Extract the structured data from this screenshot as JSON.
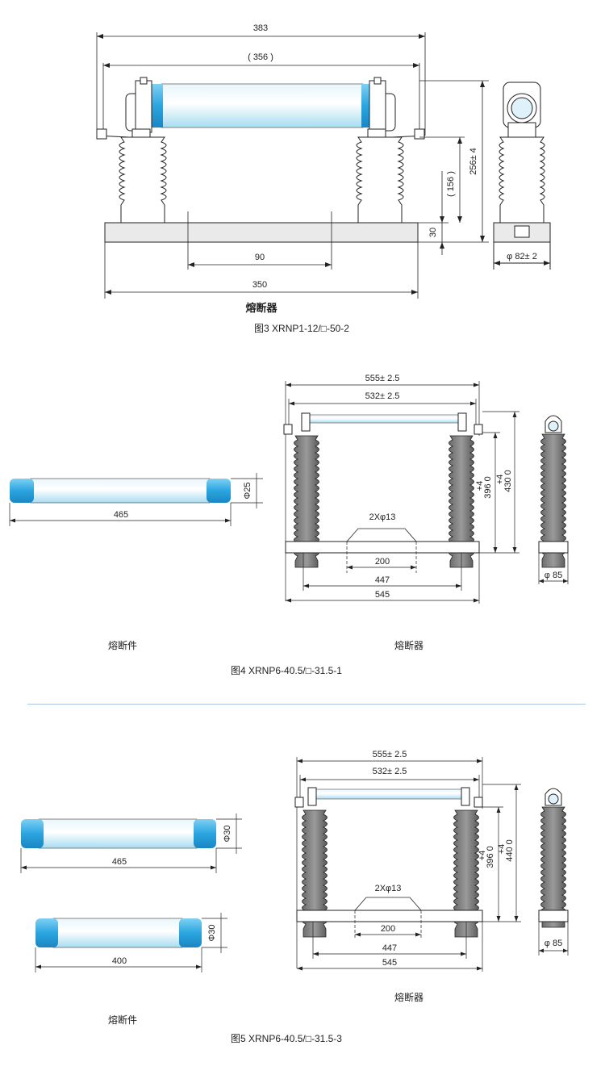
{
  "fig3": {
    "dims": {
      "overall": "383",
      "inner": "( 356 )",
      "height": "256± 4",
      "mid_height": "( 156 )",
      "base_h": "30",
      "base_gap": "90",
      "base_w": "350",
      "diameter": "φ 82± 2"
    },
    "label": "熔断器",
    "caption": "图3 XRNP1-12/□-50-2"
  },
  "fig4": {
    "fuse": {
      "diameter": "Φ25",
      "length": "465",
      "label": "熔断件"
    },
    "holder": {
      "overall": "555± 2.5",
      "inner": "532± 2.5",
      "height_outer_a": "+4",
      "height_outer_b": "430 0",
      "height_inner_a": "+4",
      "height_inner_b": "396 0",
      "holes": "2Xφ13",
      "hole_span": "200",
      "mid": "447",
      "base_w": "545",
      "diameter": "φ 85",
      "label": "熔断器"
    },
    "caption": "图4 XRNP6-40.5/□-31.5-1"
  },
  "fig5": {
    "fuse_a": {
      "diameter": "Φ30",
      "length": "465"
    },
    "fuse_b": {
      "diameter": "Φ30",
      "length": "400"
    },
    "fuse_label": "熔断件",
    "holder": {
      "overall": "555± 2.5",
      "inner": "532± 2.5",
      "height_outer_a": "+4",
      "height_outer_b": "440 0",
      "height_inner_a": "+4",
      "height_inner_b": "396 0",
      "holes": "2Xφ13",
      "hole_span": "200",
      "mid": "447",
      "base_w": "545",
      "diameter": "φ 85",
      "label": "熔断器"
    },
    "caption": "图5 XRNP6-40.5/□-31.5-3"
  },
  "colors": {
    "line": "#222222",
    "insulator": "#707070",
    "tube_light": "#e8f6fc",
    "tube_mid": "#a7dcf1",
    "cap_blue": "#2ba5e0",
    "base": "#dedede",
    "divider": "#aac4df"
  }
}
